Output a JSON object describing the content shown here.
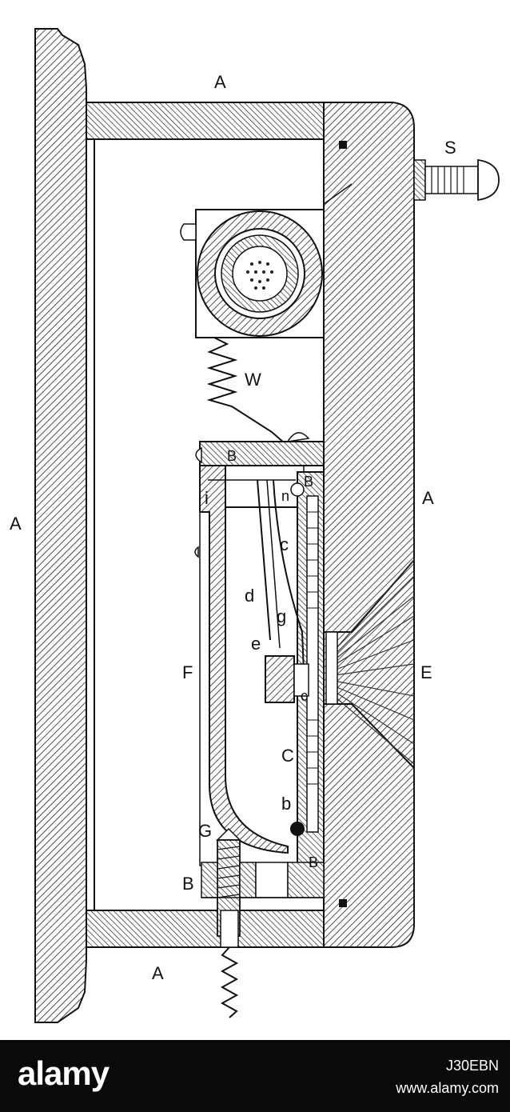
{
  "diagram": {
    "labels": {
      "A_top": "A",
      "A_left": "A",
      "A_right": "A",
      "A_bottom": "A",
      "S": "S",
      "W": "W",
      "B_upper": "B",
      "B_right": "B",
      "B_lower_right": "B",
      "B_lower_left": "B",
      "i": "i",
      "n": "n",
      "c_upper": "c",
      "d": "d",
      "g": "g",
      "e": "e",
      "c_lower": "c",
      "F": "F",
      "E": "E",
      "C": "C",
      "b": "b",
      "G": "G"
    }
  },
  "watermark": {
    "logo": "alamy",
    "image_id": "J30EBN",
    "url": "www.alamy.com"
  }
}
